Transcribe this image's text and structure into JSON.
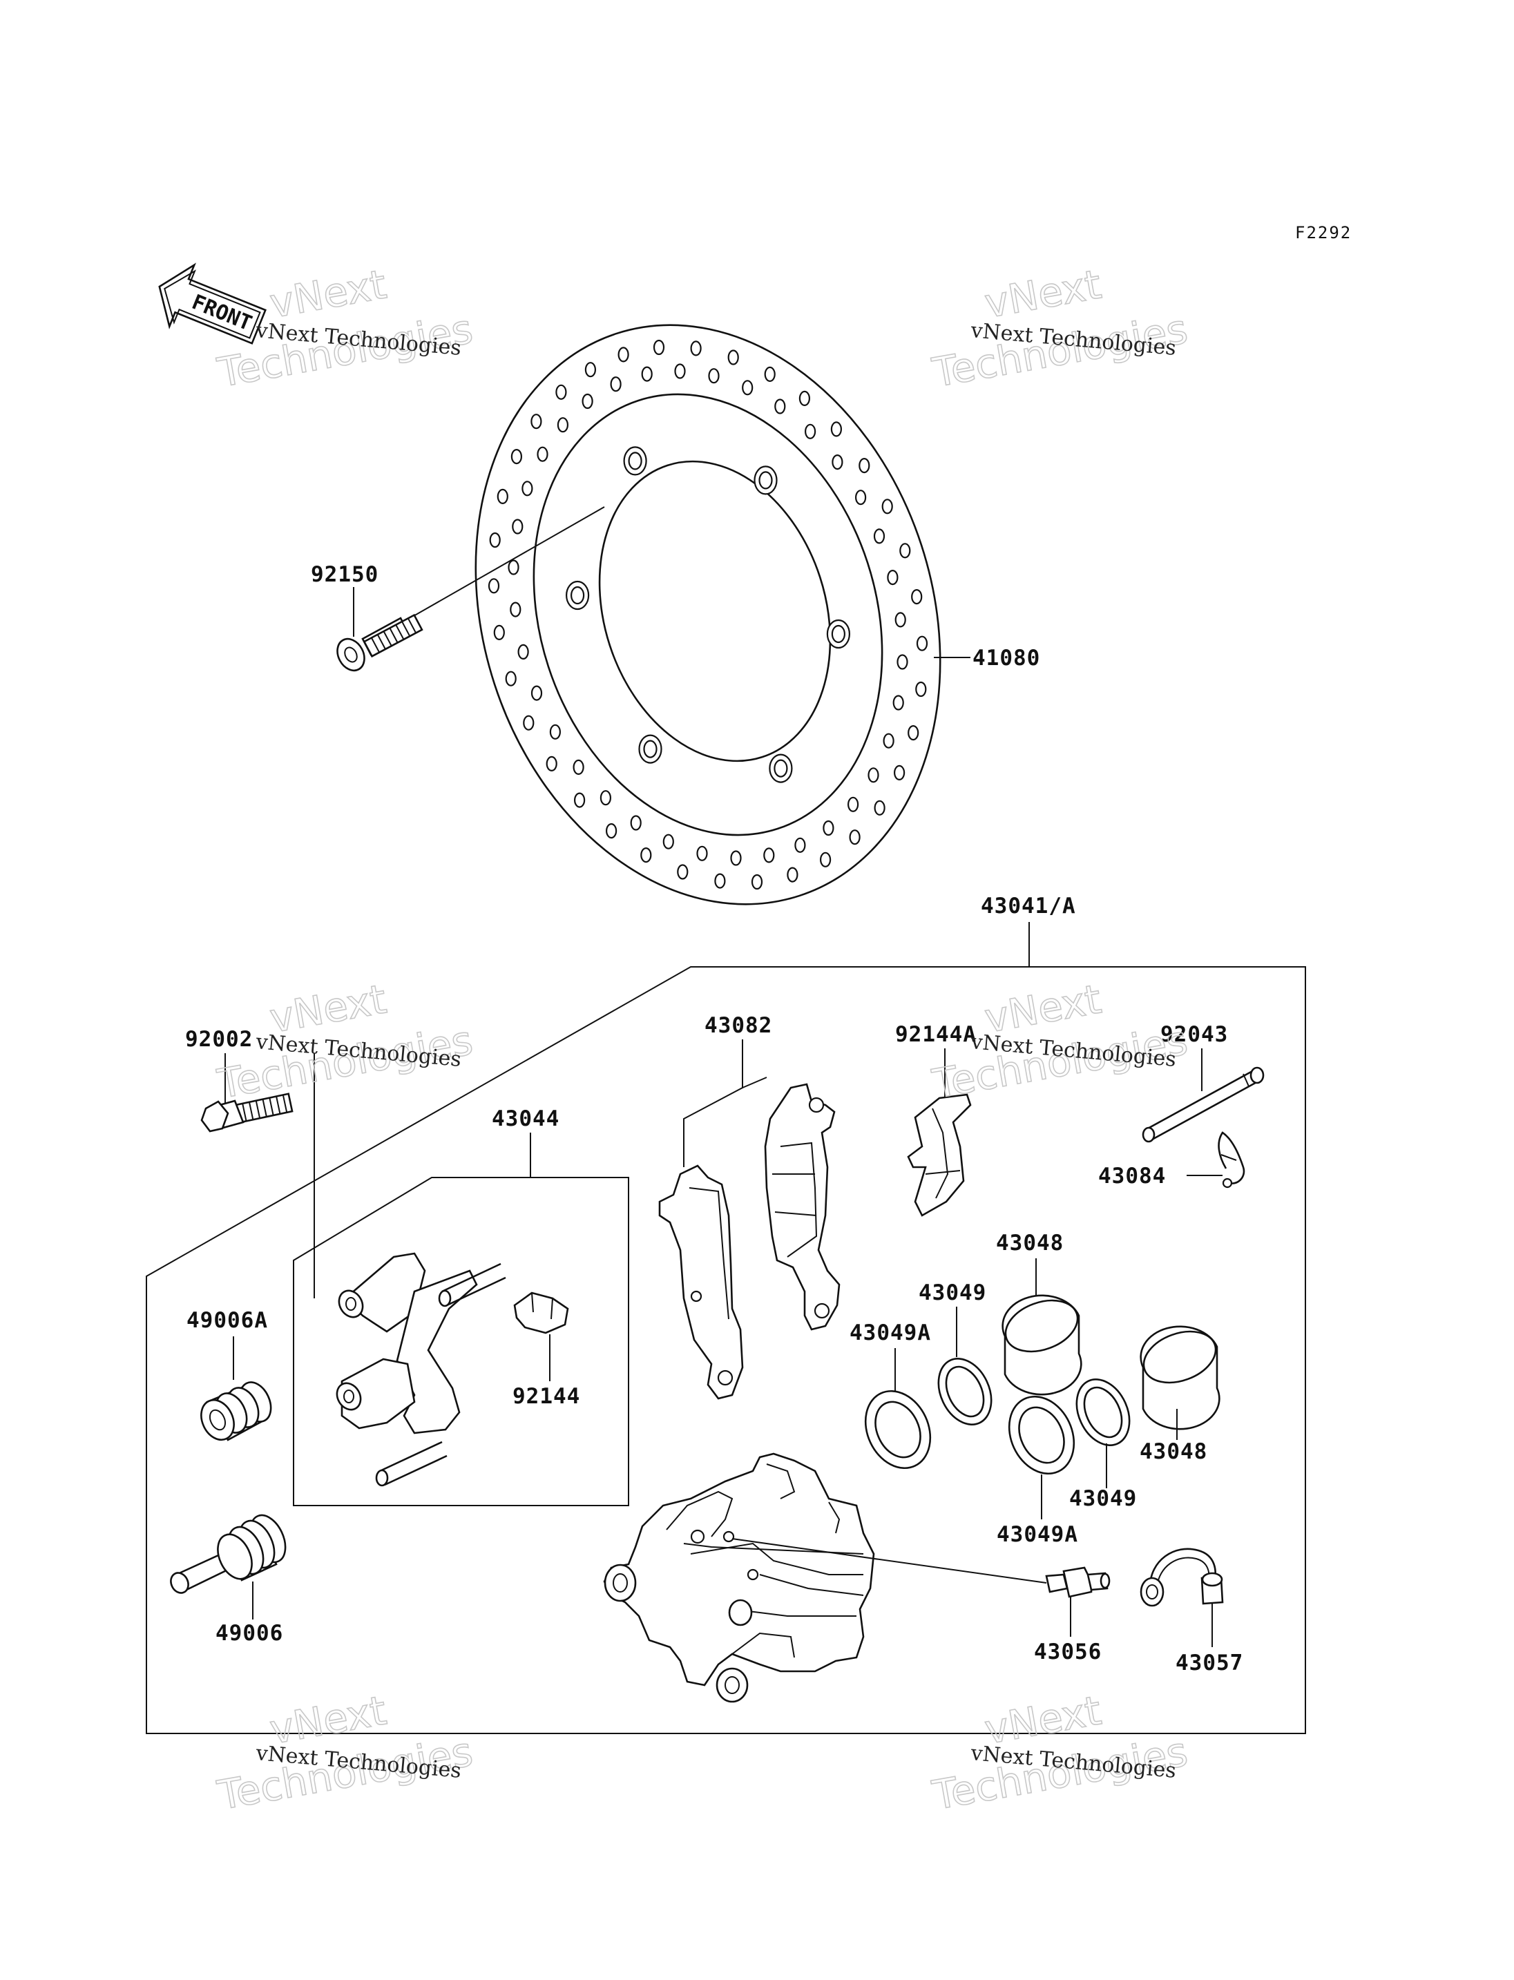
{
  "figure_code": "F2292",
  "front_arrow_text": "FRONT",
  "watermark": {
    "line1": "vNext",
    "line2": "Technologies",
    "caption": "vNext Technologies"
  },
  "labels": {
    "p92150": "92150",
    "p41080": "41080",
    "p43041": "43041/A",
    "p92002": "92002",
    "p43082": "43082",
    "p92144A": "92144A",
    "p92043": "92043",
    "p43044": "43044",
    "p43084": "43084",
    "p43048_top": "43048",
    "p43049_top": "43049",
    "p43049A_top": "43049A",
    "p49006A": "49006A",
    "p92144": "92144",
    "p43048_bot": "43048",
    "p43049_bot": "43049",
    "p43049A_bot": "43049A",
    "p49006": "49006",
    "p43056": "43056",
    "p43057": "43057"
  }
}
